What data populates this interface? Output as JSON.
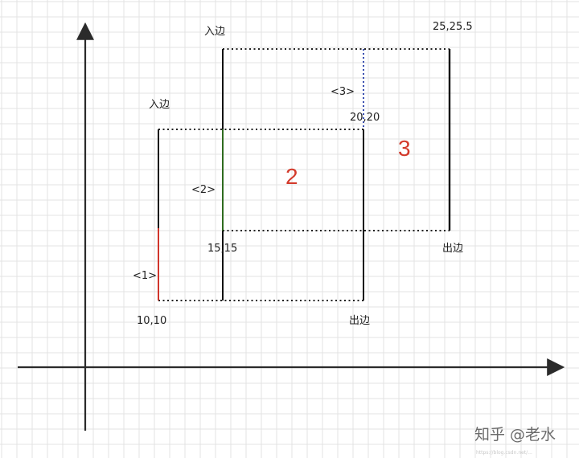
{
  "colors": {
    "background": "#ffffff",
    "grid": "#e3e3e3",
    "axis": "#2b2b2b",
    "edge": "#111111",
    "dotted": "#222222",
    "edge_red": "#d0352b",
    "edge_green": "#2f6b1f",
    "edge_blue_dotted": "#3a4fb0",
    "number_red": "#d33b2c",
    "watermark": "#6b6b6b"
  },
  "labels": {
    "in_edge_top": "入边",
    "in_edge_left": "入边",
    "out_edge_right": "出边",
    "out_edge_bottom": "出边",
    "edge_1": "<1>",
    "edge_2": "<2>",
    "edge_3": "<3>",
    "coord_10_10": "10,10",
    "coord_15_15": "15,15",
    "coord_20_20": "20,20",
    "coord_25_25_5": "25,25.5",
    "rect_2": "2",
    "rect_3": "3"
  },
  "watermark": {
    "main": "知乎 @老水",
    "small": "https://blog.csdn.net/..."
  }
}
